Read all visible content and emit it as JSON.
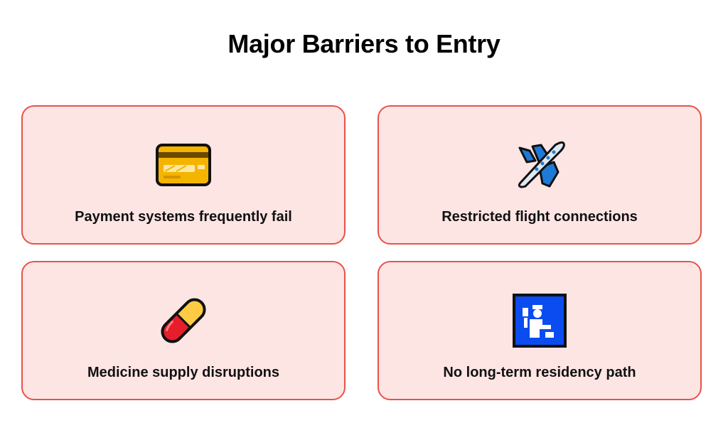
{
  "title": "Major Barriers to Entry",
  "cards": [
    {
      "icon": "credit-card-icon",
      "label": "Payment systems frequently fail"
    },
    {
      "icon": "airplane-icon",
      "label": "Restricted flight connections"
    },
    {
      "icon": "pill-icon",
      "label": "Medicine supply disruptions"
    },
    {
      "icon": "passport-control-icon",
      "label": "No long-term residency path"
    }
  ],
  "colors": {
    "card_background": "#fde5e4",
    "card_border": "#e5534b",
    "title_text": "#000000"
  }
}
